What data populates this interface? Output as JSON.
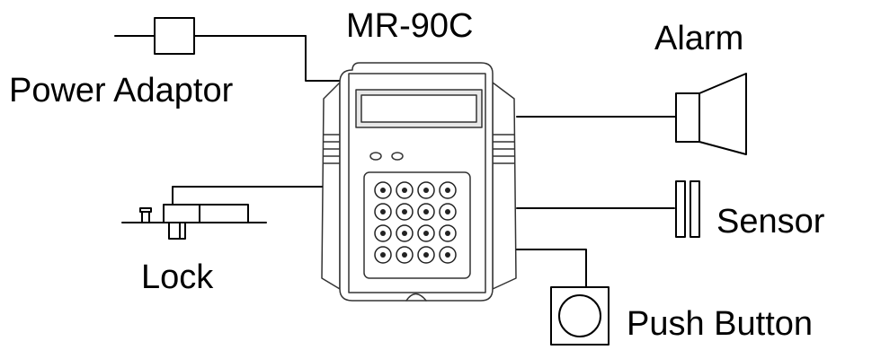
{
  "title": "MR-90C",
  "labels": {
    "power_adaptor": "Power Adaptor",
    "alarm": "Alarm",
    "sensor": "Sensor",
    "lock": "Lock",
    "push_button": "Push Button"
  },
  "colors": {
    "line": "#000000",
    "device_fill": "#ffffff",
    "device_stroke": "#333333",
    "screen_fill": "#e8e8e8"
  }
}
